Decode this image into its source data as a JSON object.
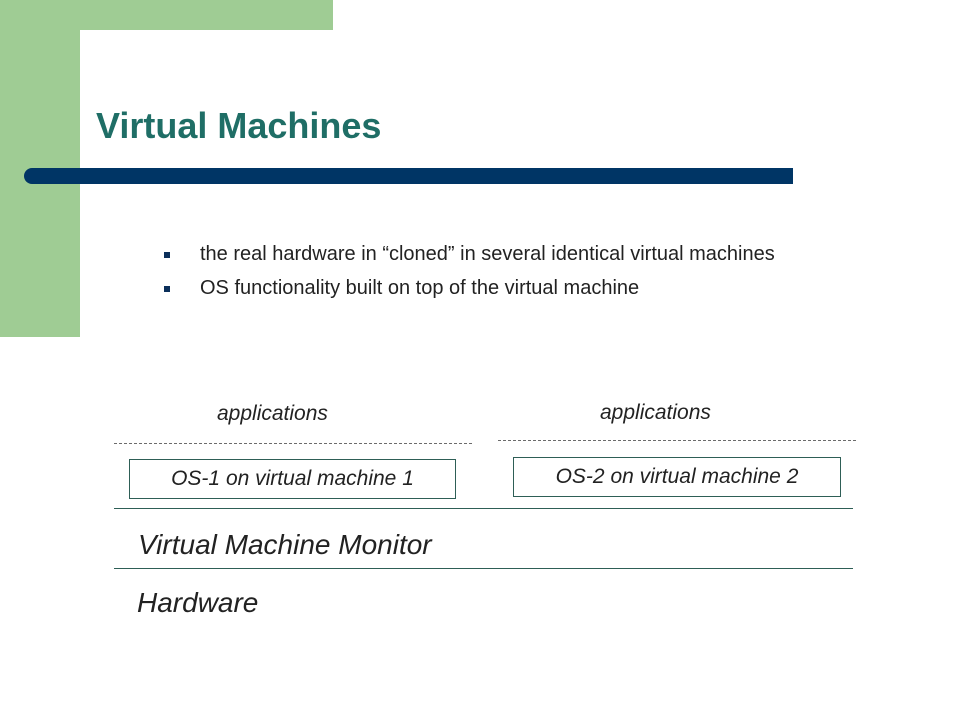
{
  "colors": {
    "green_accent": "#9fcc94",
    "title_teal": "#1f6e66",
    "title_bar_navy": "#003565",
    "bullet_navy": "#0b2f5a"
  },
  "slide": {
    "title": "Virtual Machines",
    "bullets": [
      "the real hardware in “cloned” in several identical virtual machines",
      "OS functionality built on top of the virtual machine"
    ]
  },
  "diagram": {
    "left_applications_label": "applications",
    "right_applications_label": "applications",
    "os1_label": "OS-1 on virtual machine 1",
    "os2_label": "OS-2 on virtual machine 2",
    "vmm_label": "Virtual Machine Monitor",
    "hardware_label": "Hardware"
  }
}
